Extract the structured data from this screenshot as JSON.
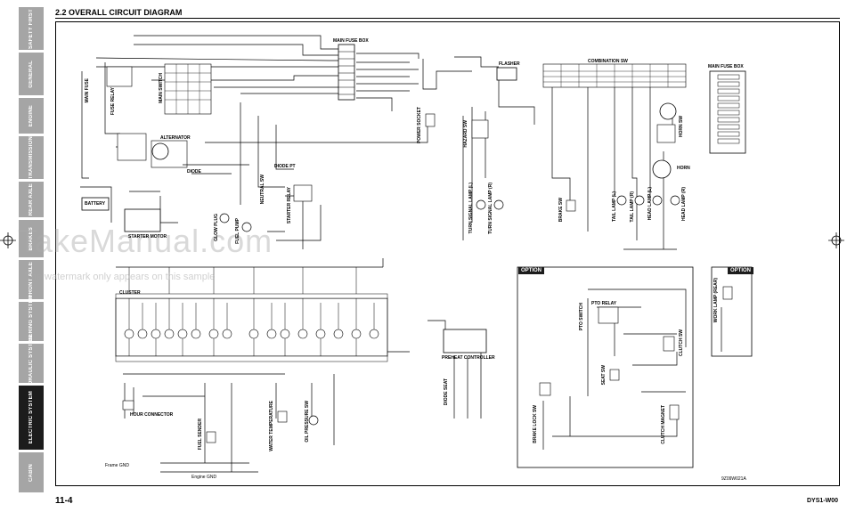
{
  "side_tabs": [
    {
      "label": "SAFETY FIRST",
      "active": false
    },
    {
      "label": "GENERAL",
      "active": false
    },
    {
      "label": "ENGINE",
      "active": false
    },
    {
      "label": "TRANSMISSION",
      "active": false
    },
    {
      "label": "REAR AXLE",
      "active": false
    },
    {
      "label": "BRAKES",
      "active": false
    },
    {
      "label": "FRONT AXLE",
      "active": false
    },
    {
      "label": "STEERING SYSTEM",
      "active": false
    },
    {
      "label": "HYDRAULIC SYSTEM",
      "active": false
    },
    {
      "label": "ELECTRIC SYSTEM",
      "active": true
    },
    {
      "label": "CABIN",
      "active": false
    }
  ],
  "header": {
    "title": "2.2  OVERALL CIRCUIT DIAGRAM"
  },
  "footer": {
    "page_number": "11-4",
    "model_code": "DYS1-W00",
    "drawing_code": "9Z09W021A"
  },
  "watermark": {
    "text": "TakeManual.com",
    "subtext": "The watermark only appears on this sample"
  },
  "labels": {
    "main_fuse_box": "MAIN FUSE BOX",
    "main_fuse_box_right": "MAIN FUSE BOX",
    "flasher": "FLASHER",
    "combination_sw": "COMBINATION SW",
    "main_fuse": "MAIN FUSE",
    "fuse_relay": "FUSE RELAY",
    "main_switch": "MAIN SWITCH",
    "alternator": "ALTERNATOR",
    "diode": "DIODE",
    "battery": "BATTERY",
    "starter_motor": "STARTER MOTOR",
    "glow_plug": "GLOW PLUG",
    "fuel_pump": "FUEL PUMP",
    "diode_pt": "DIODE PT",
    "neutral_sw": "NEUTRAL SW",
    "starter_relay": "STARTER RELAY",
    "power_socket": "POWER SOCKET",
    "hazard_sw": "HAZARD SW",
    "turn_signal_lamp_l": "TURN SIGNAL LAMP (L)",
    "turn_signal_lamp_r": "TURN SIGNAL LAMP (R)",
    "brake_sw": "BRAKE SW",
    "tail_lamp_l": "TAIL LAMP (L)",
    "tail_lamp_r": "TAIL LAMP (R)",
    "head_lamp_l": "HEAD LAMP (L)",
    "head_lamp_r": "HEAD LAMP (R)",
    "horn": "HORN",
    "horn_sw": "HORN SW",
    "preheat_controller": "PREHEAT CONTROLLER",
    "hour_connector": "HOUR CONNECTOR",
    "fuel_sender": "FUEL SENDER",
    "water_temp_sensor": "WATER TEMPERATURE",
    "oil_pressure_sw": "OIL PRESSURE SW",
    "diode_seat": "DIODE SEAT",
    "pto_relay": "PTO RELAY",
    "pto_switch": "PTO SWITCH",
    "seat_sw": "SEAT SW",
    "brake_lock_sw": "BRAKE LOCK SW",
    "clutch_sw": "CLUTCH SW",
    "clutch_magnet": "CLUTCH MAGNET",
    "work_lamp": "WORK LAMP (REAR)",
    "option_1": "OPTION",
    "option_2": "OPTION",
    "frame_gnd": "Frame GND",
    "engine_gnd": "Engine GND",
    "cluster": "CLUSTER"
  }
}
